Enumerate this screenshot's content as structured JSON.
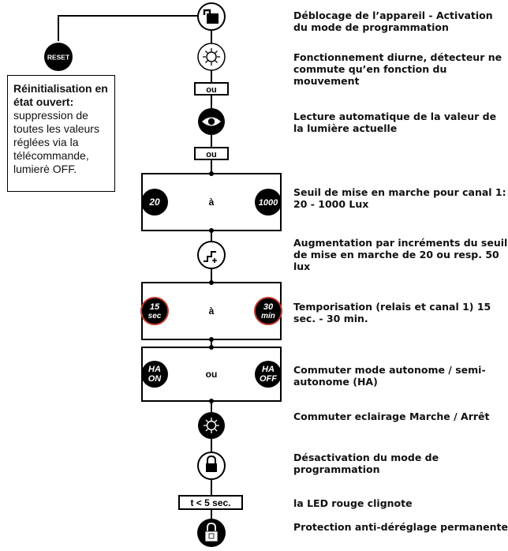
{
  "reset_label": "RESET",
  "reset_note": {
    "title": "Réinitialisation en état ouvert:",
    "body": "suppression de toutes les valeurs réglées via la télécommande, lumierè OFF."
  },
  "ou_boxes": [
    "ou",
    "ou"
  ],
  "ranges": {
    "lux": {
      "min": "20",
      "connector": "à",
      "max": "1000"
    },
    "time": {
      "min_value": "15",
      "min_unit": "sec",
      "connector": "à",
      "max_value": "30",
      "max_unit": "min"
    },
    "ha": {
      "left_top": "HA",
      "left_bottom": "ON",
      "connector": "ou",
      "right_top": "HA",
      "right_bottom": "OFF"
    }
  },
  "timer_box": "t < 5 sec.",
  "steps": [
    "Déblocage de l’appareil - Activation du mode de programmation",
    "Fonctionnement diurne, détecteur ne commute qu’en fonction du mouvement",
    "Lecture automatique de la valeur de la lumière actuelle",
    "Seuil de mise en marche pour canal 1: 20 - 1000 Lux",
    "Augmentation par incréments du seuil de mise en marche de 20 ou resp. 50 lux",
    "Temporisation (relais et canal 1) 15 sec. - 30 min.",
    "Commuter mode autonome / semi-autonome (HA)",
    "Commuter eclairage Marche / Arrêt",
    "Désactivation du mode de programmation",
    "la LED rouge clignote",
    "Protection anti-déréglage permanente"
  ]
}
